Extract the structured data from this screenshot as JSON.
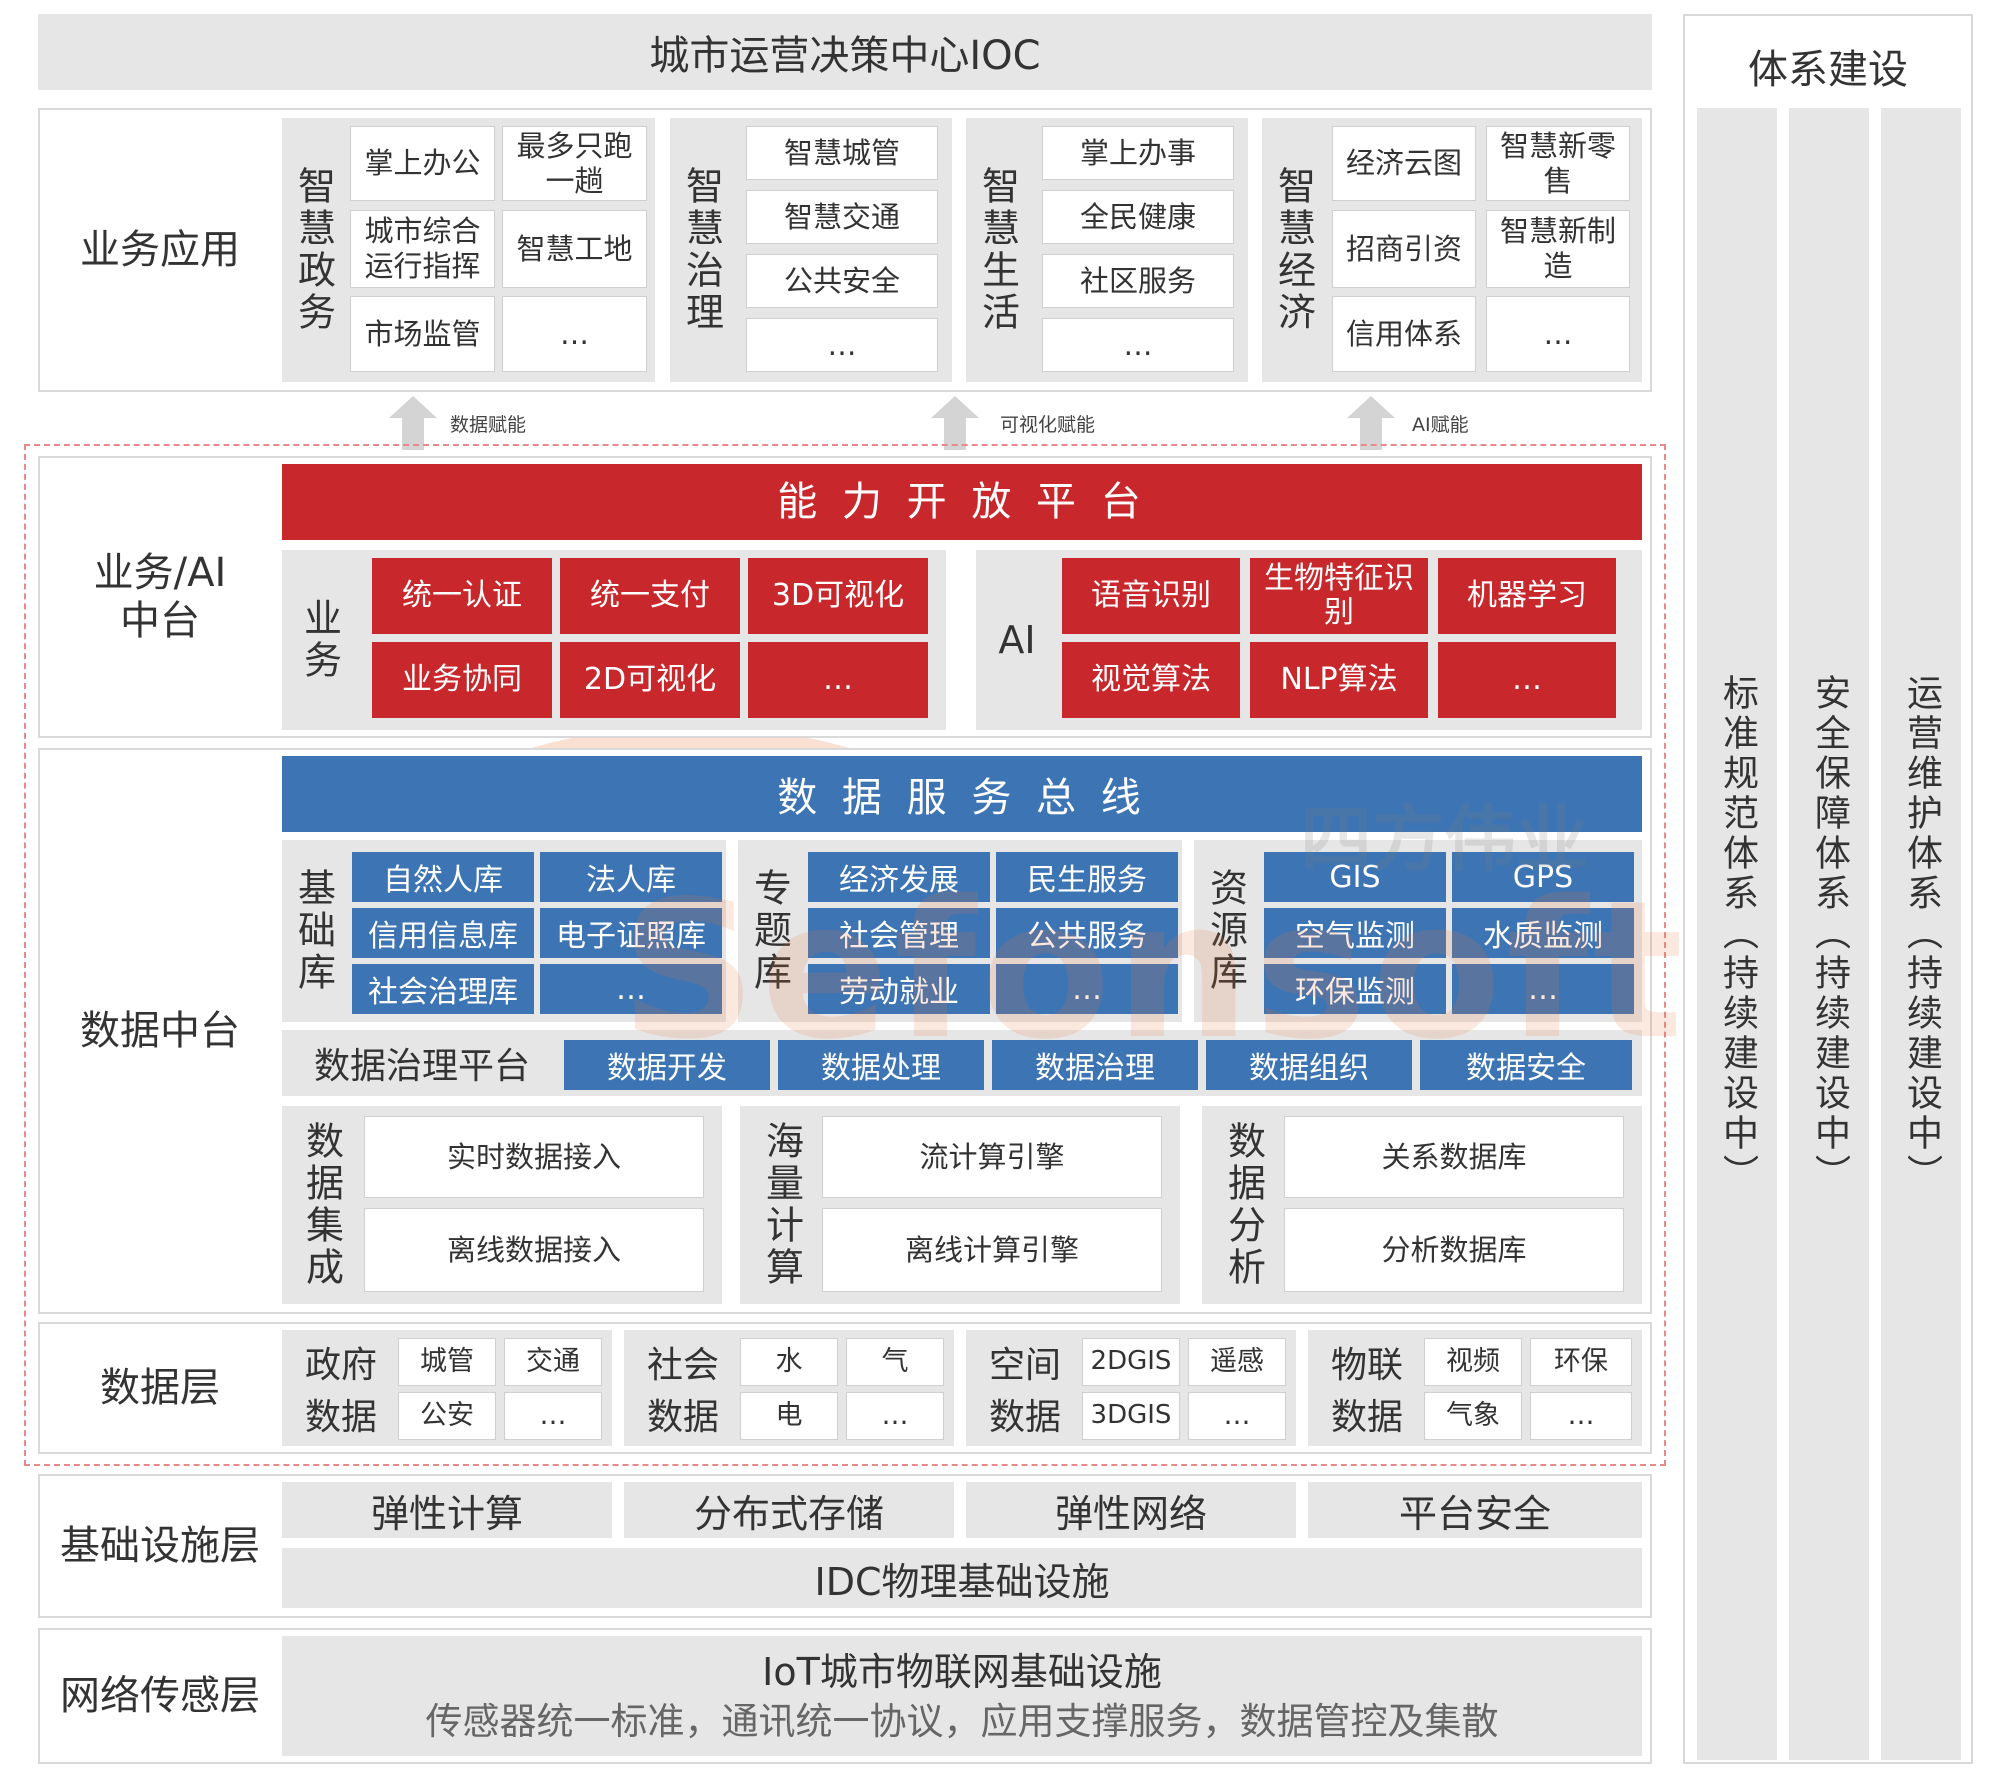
{
  "top_title": "城市运营决策中心IOC",
  "side_title": "体系建设",
  "side_columns": [
    "标准规范体系（持续建设中）",
    "安全保障体系（持续建设中）",
    "运营维护体系（持续建设中）"
  ],
  "business_app": {
    "row_label": "业务应用",
    "groups": [
      {
        "label": "智慧政务",
        "items": [
          "掌上办公",
          "最多只跑一趟",
          "城市综合运行指挥",
          "智慧工地",
          "市场监管",
          "…"
        ]
      },
      {
        "label": "智慧治理",
        "items": [
          "智慧城管",
          "智慧交通",
          "公共安全",
          "…"
        ]
      },
      {
        "label": "智慧生活",
        "items": [
          "掌上办事",
          "全民健康",
          "社区服务",
          "…"
        ]
      },
      {
        "label": "智慧经济",
        "items": [
          "经济云图",
          "智慧新零售",
          "招商引资",
          "智慧新制造",
          "信用体系",
          "…"
        ]
      }
    ]
  },
  "arrows": [
    "数据赋能",
    "可视化赋能",
    "AI赋能"
  ],
  "ai_middle": {
    "row_label": "业务/AI中台",
    "bar": "能 力 开 放 平 台",
    "business_label": "业务",
    "business_items": [
      "统一认证",
      "统一支付",
      "3D可视化",
      "业务协同",
      "2D可视化",
      "…"
    ],
    "ai_label": "AI",
    "ai_items": [
      "语音识别",
      "生物特征识别",
      "机器学习",
      "视觉算法",
      "NLP算法",
      "…"
    ]
  },
  "data_middle": {
    "row_label": "数据中台",
    "bar": "数 据 服 务 总 线",
    "libraries": [
      {
        "label": "基础库",
        "items": [
          "自然人库",
          "法人库",
          "信用信息库",
          "电子证照库",
          "社会治理库",
          "…"
        ]
      },
      {
        "label": "专题库",
        "items": [
          "经济发展",
          "民生服务",
          "社会管理",
          "公共服务",
          "劳动就业",
          "…"
        ]
      },
      {
        "label": "资源库",
        "items": [
          "GIS",
          "GPS",
          "空气监测",
          "水质监测",
          "环保监测",
          "…"
        ]
      }
    ],
    "governance_label": "数据治理平台",
    "governance_items": [
      "数据开发",
      "数据处理",
      "数据治理",
      "数据组织",
      "数据安全"
    ],
    "engines": [
      {
        "label": "数据集成",
        "items": [
          "实时数据接入",
          "离线数据接入"
        ]
      },
      {
        "label": "海量计算",
        "items": [
          "流计算引擎",
          "离线计算引擎"
        ]
      },
      {
        "label": "数据分析",
        "items": [
          "关系数据库",
          "分析数据库"
        ]
      }
    ]
  },
  "data_layer": {
    "row_label": "数据层",
    "groups": [
      {
        "label": "政府数据",
        "items": [
          "城管",
          "交通",
          "公安",
          "…"
        ]
      },
      {
        "label": "社会数据",
        "items": [
          "水",
          "气",
          "电",
          "…"
        ]
      },
      {
        "label": "空间数据",
        "items": [
          "2DGIS",
          "遥感",
          "3DGIS",
          "…"
        ]
      },
      {
        "label": "物联数据",
        "items": [
          "视频",
          "环保",
          "气象",
          "…"
        ]
      }
    ]
  },
  "infra": {
    "row_label": "基础设施层",
    "items": [
      "弹性计算",
      "分布式存储",
      "弹性网络",
      "平台安全"
    ],
    "idc": "IDC物理基础设施"
  },
  "network": {
    "row_label": "网络传感层",
    "title": "IoT城市物联网基础设施",
    "subtitle": "传感器统一标准，通讯统一协议，应用支撑服务，数据管控及集散"
  },
  "watermark": {
    "cn": "四方伟业",
    "en": "Sefonsoft"
  },
  "colors": {
    "red": "#c8282c",
    "blue": "#3d74b3",
    "grey": "#e6e6e6",
    "dash": "#e88a8a"
  }
}
